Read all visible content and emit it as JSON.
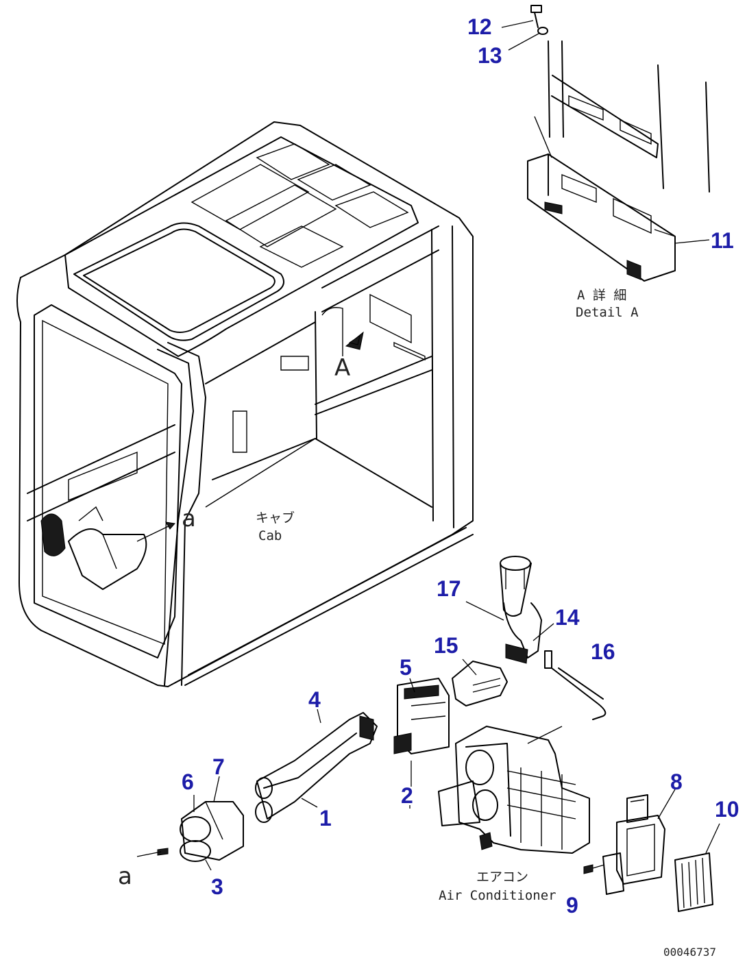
{
  "diagram": {
    "callouts": [
      "12",
      "13",
      "11",
      "17",
      "14",
      "15",
      "16",
      "5",
      "4",
      "7",
      "6",
      "1",
      "2",
      "3",
      "8",
      "10",
      "9"
    ],
    "detail_label_jp": "A 詳 細",
    "detail_label_en": "Detail A",
    "cab_label_jp": "キャブ",
    "cab_label_en": "Cab",
    "aircon_label_jp": "エアコン",
    "aircon_label_en": "Air Conditioner",
    "view_arrow_label": "A",
    "connector_label_upper": "a",
    "connector_label_lower": "a",
    "drawing_number": "00046737"
  }
}
